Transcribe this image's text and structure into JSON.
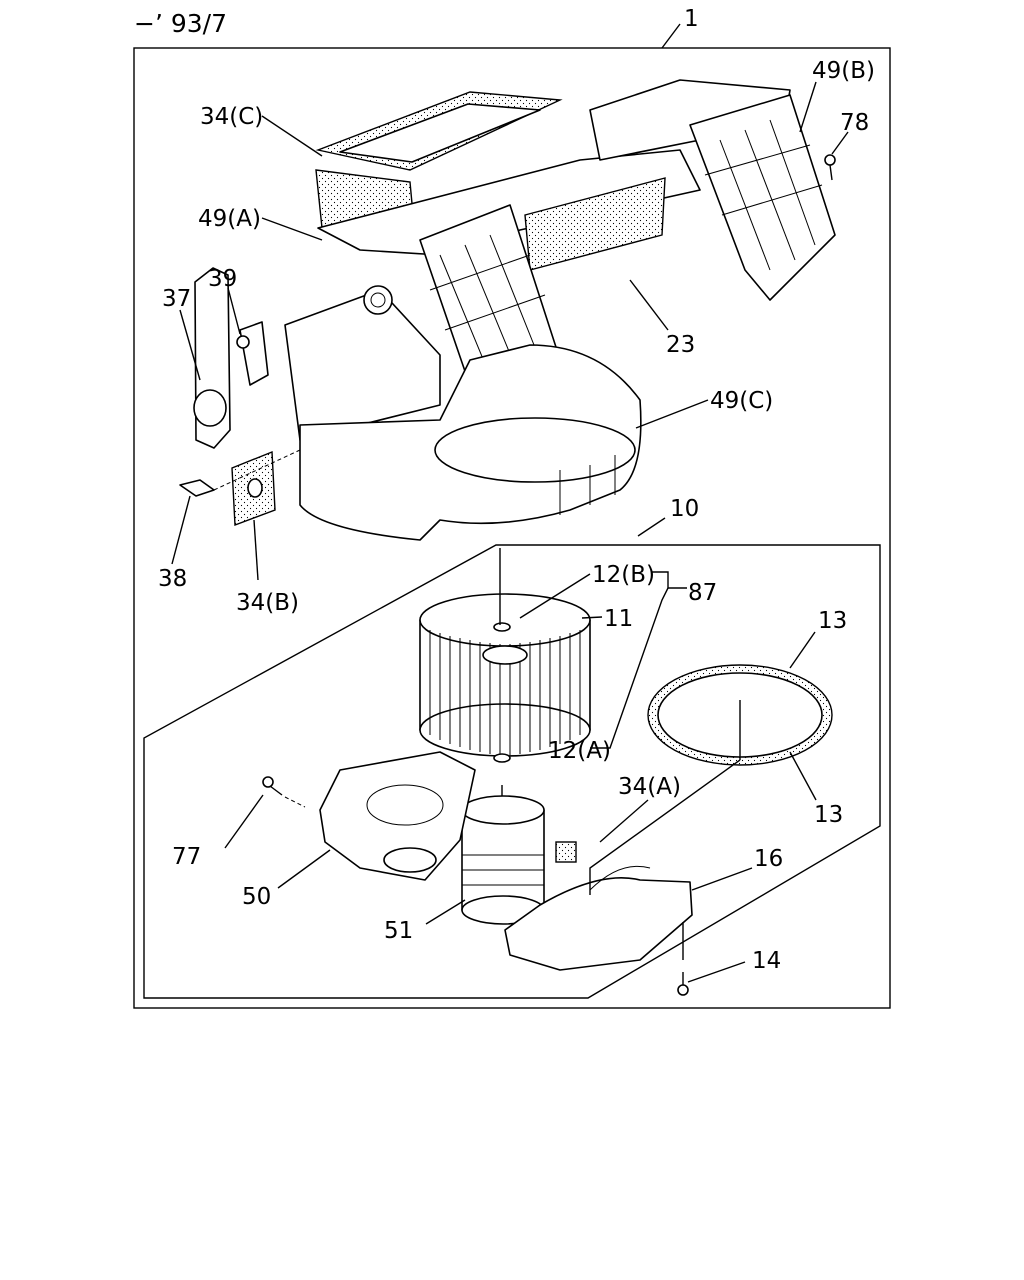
{
  "header": {
    "date_range": "−’ 93/7"
  },
  "callouts": {
    "n1": "1",
    "n34C": "34(C)",
    "n49B": "49(B)",
    "n78": "78",
    "n49A": "49(A)",
    "n39": "39",
    "n37": "37",
    "n23": "23",
    "n49C": "49(C)",
    "n10": "10",
    "n38": "38",
    "n34B": "34(B)",
    "n12B": "12(B)",
    "n87": "87",
    "n11": "11",
    "n13a": "13",
    "n12A": "12(A)",
    "n13b": "13",
    "n34A": "34(A)",
    "n77": "77",
    "n16": "16",
    "n50": "50",
    "n51": "51",
    "n14": "14"
  }
}
